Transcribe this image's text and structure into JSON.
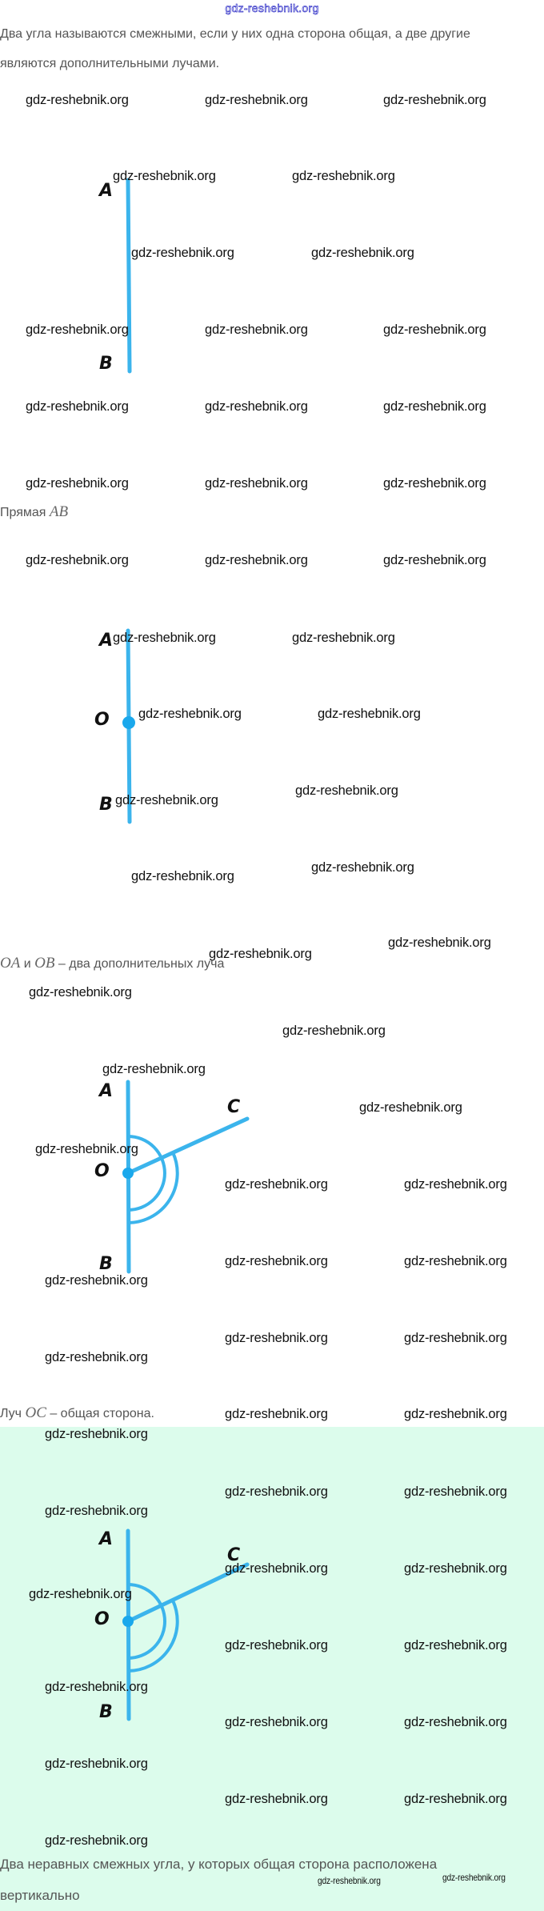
{
  "header": {
    "watermark_title": "gdz-reshebnik.org"
  },
  "watermark": "gdz-reshebnik.org",
  "intro": {
    "line1": "Два угла называются смежными, если у них одна сторона общая, а две другие",
    "line2": "являются дополнительными лучами."
  },
  "diagram_line": {
    "label_a": "A",
    "label_b": "B",
    "caption_prefix": "Прямая ",
    "caption_math": "AB"
  },
  "diagram_rays": {
    "label_a": "A",
    "label_o": "O",
    "label_b": "B",
    "caption_math1": "OA",
    "caption_and": " и ",
    "caption_math2": "OB",
    "caption_rest": " – два дополнительных луча"
  },
  "diagram_angles": {
    "label_a": "A",
    "label_o": "O",
    "label_b": "B",
    "label_c": "C",
    "caption_prefix": "Луч ",
    "caption_math": "OC",
    "caption_rest": " – общая сторона."
  },
  "diagram_answer": {
    "label_a": "A",
    "label_o": "O",
    "label_b": "B",
    "label_c": "C"
  },
  "answer": {
    "line1": "Два неравных смежных угла, у которых общая сторона расположена",
    "line2": "вертикально"
  },
  "colors": {
    "line": "#3bb4ec",
    "answer_bg": "#dcfcec",
    "title_watermark": "#3434c8"
  }
}
